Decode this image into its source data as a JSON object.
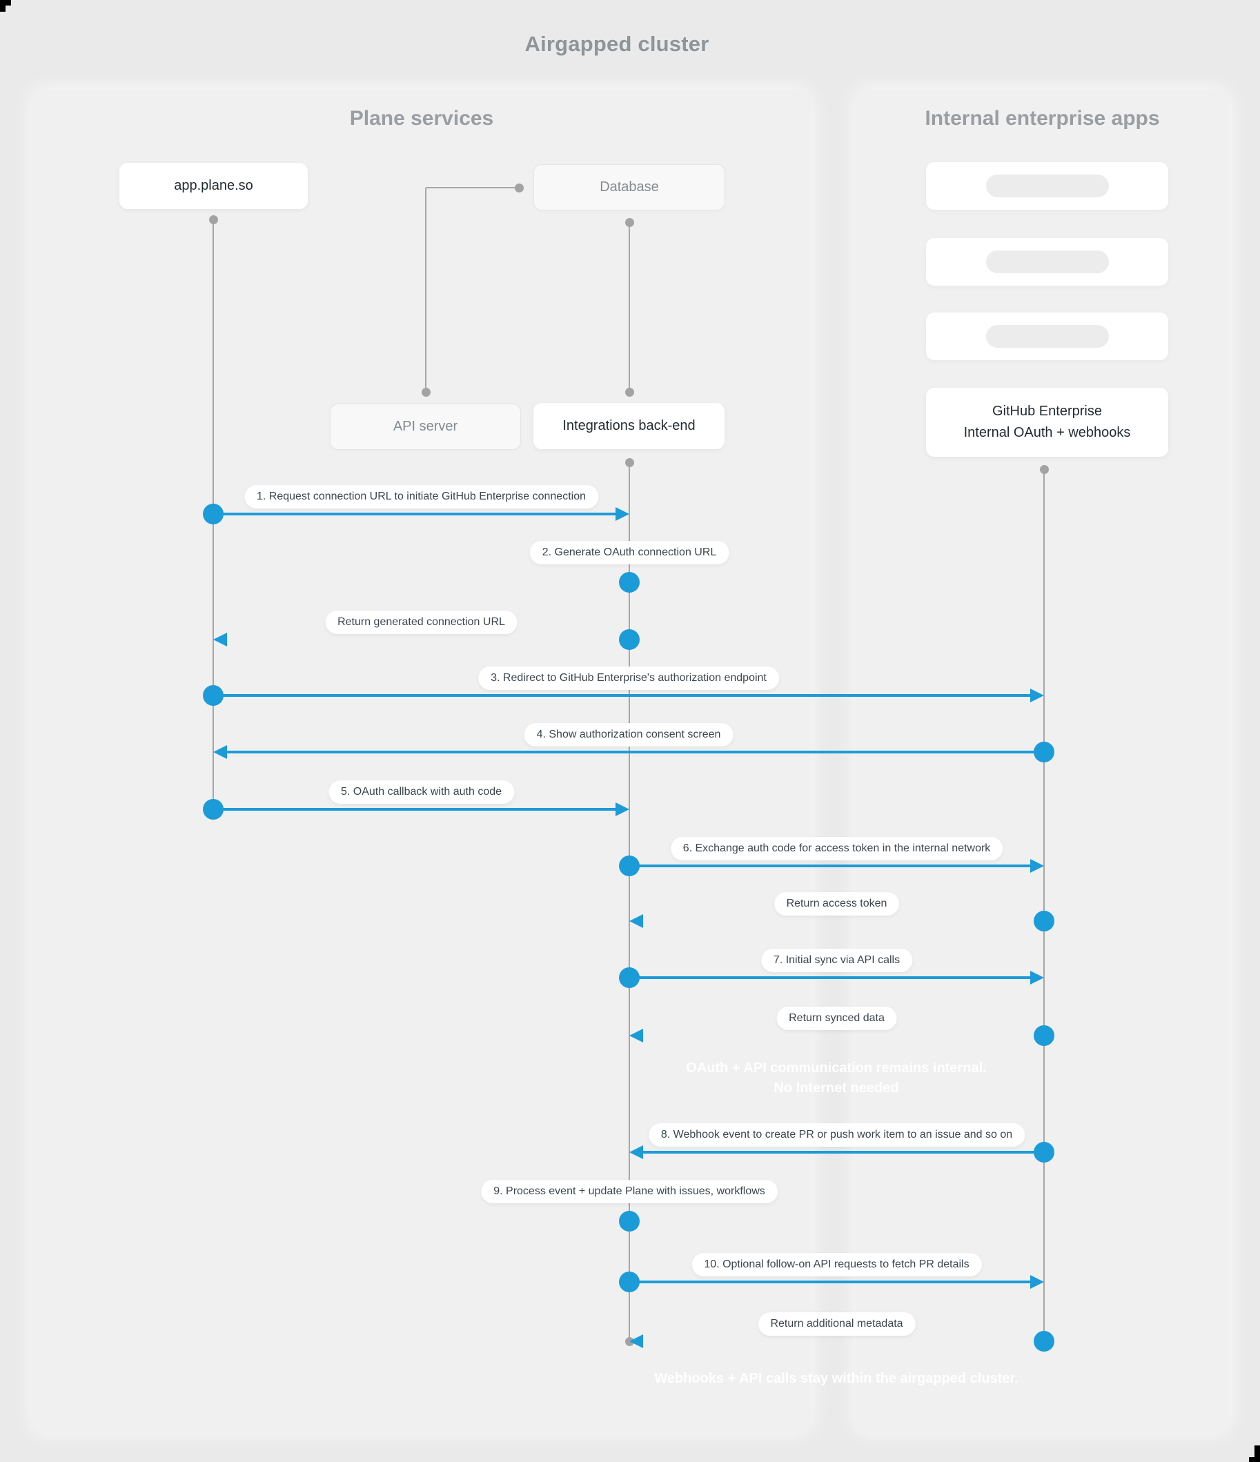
{
  "title": "Airgapped cluster",
  "panels": {
    "plane": {
      "header": "Plane services"
    },
    "internal": {
      "header": "Internal enterprise apps"
    }
  },
  "actors": {
    "app_plane": {
      "label": "app.plane.so"
    },
    "database": {
      "label": "Database"
    },
    "api_server": {
      "label": "API server"
    },
    "integrations_backend": {
      "label": "Integrations back-end"
    },
    "github_enterprise": {
      "label_line1": "GitHub Enterprise",
      "label_line2": "Internal OAuth + webhooks"
    }
  },
  "placeholder_apps": {
    "count": 3
  },
  "sequence": {
    "messages": [
      {
        "label": "1. Request connection URL to initiate GitHub Enterprise connection",
        "from": "app",
        "to": "integrations",
        "style": "solid"
      },
      {
        "label": "2. Generate OAuth connection URL",
        "from": "integrations",
        "to": "integrations",
        "style": "self"
      },
      {
        "label": "Return generated connection URL",
        "from": "integrations",
        "to": "app",
        "style": "dashed"
      },
      {
        "label": "3. Redirect to GitHub Enterprise's authorization endpoint",
        "from": "app",
        "to": "github",
        "style": "solid"
      },
      {
        "label": "4. Show authorization consent screen",
        "from": "github",
        "to": "app",
        "style": "solid"
      },
      {
        "label": "5. OAuth callback with auth code",
        "from": "app",
        "to": "integrations",
        "style": "solid"
      },
      {
        "label": "6. Exchange auth code for access token in the internal network",
        "from": "integrations",
        "to": "github",
        "style": "solid"
      },
      {
        "label": "Return access token",
        "from": "github",
        "to": "integrations",
        "style": "dashed"
      },
      {
        "label": "7. Initial sync via API calls",
        "from": "integrations",
        "to": "github",
        "style": "solid"
      },
      {
        "label": "Return synced data",
        "from": "github",
        "to": "integrations",
        "style": "dashed"
      },
      {
        "label": "8. Webhook event to create PR  or push work item to an issue  and so on",
        "from": "github",
        "to": "integrations",
        "style": "solid"
      },
      {
        "label": "9. Process event + update Plane with issues, workflows",
        "from": "integrations",
        "to": "integrations",
        "style": "self"
      },
      {
        "label": "10. Optional follow-on API requests to fetch PR details",
        "from": "integrations",
        "to": "github",
        "style": "solid"
      },
      {
        "label": "Return additional metadata",
        "from": "github",
        "to": "integrations",
        "style": "dashed"
      }
    ]
  },
  "banners": [
    {
      "lines": [
        "OAuth + API communication remains internal.",
        "No Internet needed"
      ]
    },
    {
      "lines": [
        "Webhooks + API calls stay within the airgapped cluster."
      ]
    }
  ],
  "colors": {
    "accent_blue": "#1b9bd8",
    "lifeline_grey": "#a6a6a6",
    "panel_bg": "#f0f0f1",
    "page_bg": "#eaeaea",
    "banner_text": "#ffffff"
  }
}
